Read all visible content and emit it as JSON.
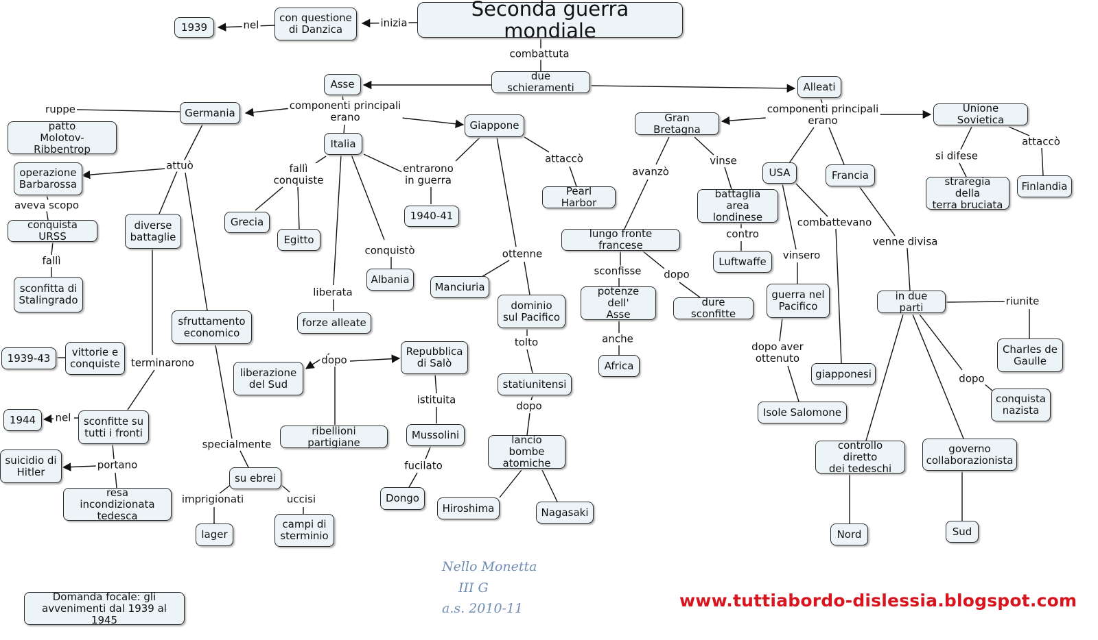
{
  "nodes": {
    "title": "Seconda guerra mondiale",
    "danzica": "con questione\ndi Danzica",
    "y1939": "1939",
    "due_schieramenti": "due schieramenti",
    "asse": "Asse",
    "alleati": "Alleati",
    "germania": "Germania",
    "patto": "patto\nMolotov-Ribbentrop",
    "barbarossa": "operazione\nBarbarossa",
    "conquista_urss": "conquista URSS",
    "stalingrado": "sconfitta di\nStalingrado",
    "diverse_battaglie": "diverse\nbattaglie",
    "sfruttamento": "sfruttamento\neconomico",
    "vittorie": "vittorie e\nconquiste",
    "y1939_43": "1939-43",
    "sconfitte_fronti": "sconfitte su\ntutti i fronti",
    "y1944": "1944",
    "suicidio": "suicidio di\nHitler",
    "resa": "resa incondizionata\ntedesca",
    "ebrei": "su ebrei",
    "lager": "lager",
    "campi": "campi di\nsterminio",
    "italia": "Italia",
    "grecia": "Grecia",
    "egitto": "Egitto",
    "albania": "Albania",
    "y1940_41": "1940-41",
    "forze_alleate": "forze alleate",
    "liberazione_sud": "liberazione\ndel Sud",
    "repubblica_salo": "Repubblica\ndi Salò",
    "ribellioni": "ribellioni partigiane",
    "mussolini": "Mussolini",
    "dongo": "Dongo",
    "giappone": "Giappone",
    "pearl_harbor": "Pearl Harbor",
    "manciuria": "Manciuria",
    "dominio_pacifico": "dominio\nsul Pacifico",
    "statiunitensi": "statiunitensi",
    "bombe": "lancio bombe\natomiche",
    "hiroshima": "Hiroshima",
    "nagasaki": "Nagasaki",
    "gran_bretagna": "Gran Bretagna",
    "lungo_fronte": "lungo fronte francese",
    "battaglia_londinese": "battaglia area\nlondinese",
    "luftwaffe": "Luftwaffe",
    "potenze_asse": "potenze dell'\nAsse",
    "dure_sconfitte": "dure sconfitte",
    "africa": "Africa",
    "usa": "USA",
    "guerra_pacifico": "guerra nel\nPacifico",
    "isole_salomone": "Isole Salomone",
    "giapponesi": "giapponesi",
    "francia": "Francia",
    "due_parti": "in due parti",
    "de_gaulle": "Charles de\nGaulle",
    "conquista_nazista": "conquista\nnazista",
    "controllo_tedeschi": "controllo diretto\ndei tedeschi",
    "governo_collab": "governo\ncollaborazionista",
    "nord": "Nord",
    "sud": "Sud",
    "unione_sovietica": "Unione Sovietica",
    "terra_bruciata": "straregia della\nterra bruciata",
    "finlandia": "Finlandia",
    "focal": "Domanda focale: gli\navvenimenti dal 1939 al 1945"
  },
  "links": {
    "inizia": "inizia",
    "nel_1939": "nel",
    "combattuta": "combattuta",
    "componenti_asse": "componenti principali\nerano",
    "componenti_alleati": "componenti principali\nerano",
    "ruppe": "ruppe",
    "attuo": "attuò",
    "aveva_scopo": "aveva scopo",
    "falli_urss": "fallì",
    "terminarono": "terminarono",
    "nel_1944": "nel",
    "portano": "portano",
    "specialmente": "specialmente",
    "imprigionati": "imprigionati",
    "uccisi": "uccisi",
    "falli_conquiste": "fallì\nconquiste",
    "conquisto": "conquistò",
    "entrarono": "entrarono\nin guerra",
    "liberata": "liberata",
    "dopo_italia": "dopo",
    "istituita": "istituita",
    "fucilato": "fucilato",
    "attacco_giappone": "attaccò",
    "ottenne": "ottenne",
    "tolto": "tolto",
    "dopo_bombe": "dopo",
    "avanzo": "avanzò",
    "vinse": "vinse",
    "contro": "contro",
    "sconfisse": "sconfisse",
    "dopo_fronte": "dopo",
    "anche": "anche",
    "vinsero": "vinsero",
    "dopo_aver": "dopo aver\nottenuto",
    "combattevano": "combattevano",
    "venne_divisa": "venne divisa",
    "riunite": "riunite",
    "dopo_francia": "dopo",
    "si_difese": "si difese",
    "attacco_urss": "attaccò"
  },
  "signature": {
    "author": "Nello Monetta",
    "class": "III G",
    "year": "a.s. 2010-11"
  },
  "website": "www.tuttiabordo-dislessia.blogspot.com",
  "colors": {
    "node_fill": "#edf4f7",
    "border": "#2b2b2b",
    "signature": "#6f8db3",
    "website": "#d8141f"
  }
}
